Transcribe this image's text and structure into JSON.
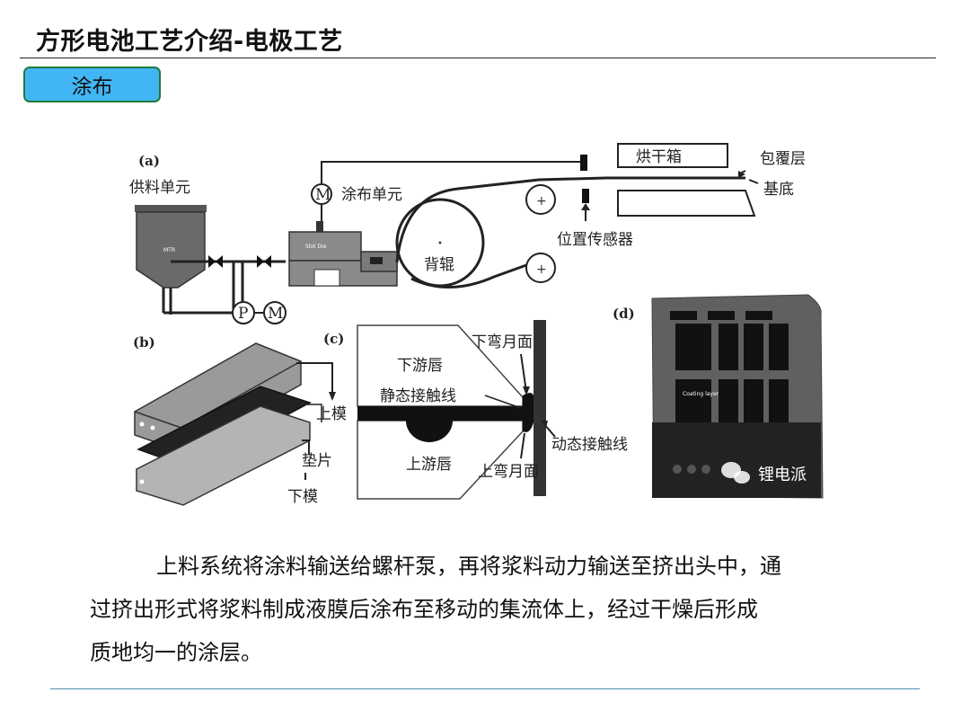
{
  "header": {
    "title": "方形电池工艺介绍-电极工艺"
  },
  "section_tag": {
    "label": "涂布"
  },
  "figure": {
    "panel_letters": {
      "a": "(a)",
      "b": "(b)",
      "c": "(c)",
      "d": "(d)"
    },
    "panel_a": {
      "supply_unit": "供料单元",
      "coating_unit": "涂布单元",
      "dryer": "烘干箱",
      "coating_layer": "包覆层",
      "substrate": "基底",
      "position_sensor": "位置传感器",
      "back_roll": "背辊",
      "motor": "M",
      "pump": "P",
      "slot_die": "Slot Die",
      "tank_mark": "MTR"
    },
    "panel_b": {
      "upper_die": "上模",
      "shim": "垫片",
      "lower_die": "下模"
    },
    "panel_c": {
      "downstream_lip": "下游唇",
      "lower_meniscus": "下弯月面",
      "static_contact_line": "静态接触线",
      "dynamic_contact_line": "动态接触线",
      "upstream_lip": "上游唇",
      "upper_meniscus": "上弯月面"
    },
    "panel_d": {
      "coating_note": "Coating layer"
    },
    "watermark": {
      "text": "锂电派"
    }
  },
  "body_text": {
    "line1": "上料系统将涂料输送给螺杆泵，再将浆料动力输送至挤出头中，通",
    "line2": "过挤出形式将浆料制成液膜后涂布至移动的集流体上，经过干燥后形成",
    "line3": "质地均一的涂层。"
  }
}
